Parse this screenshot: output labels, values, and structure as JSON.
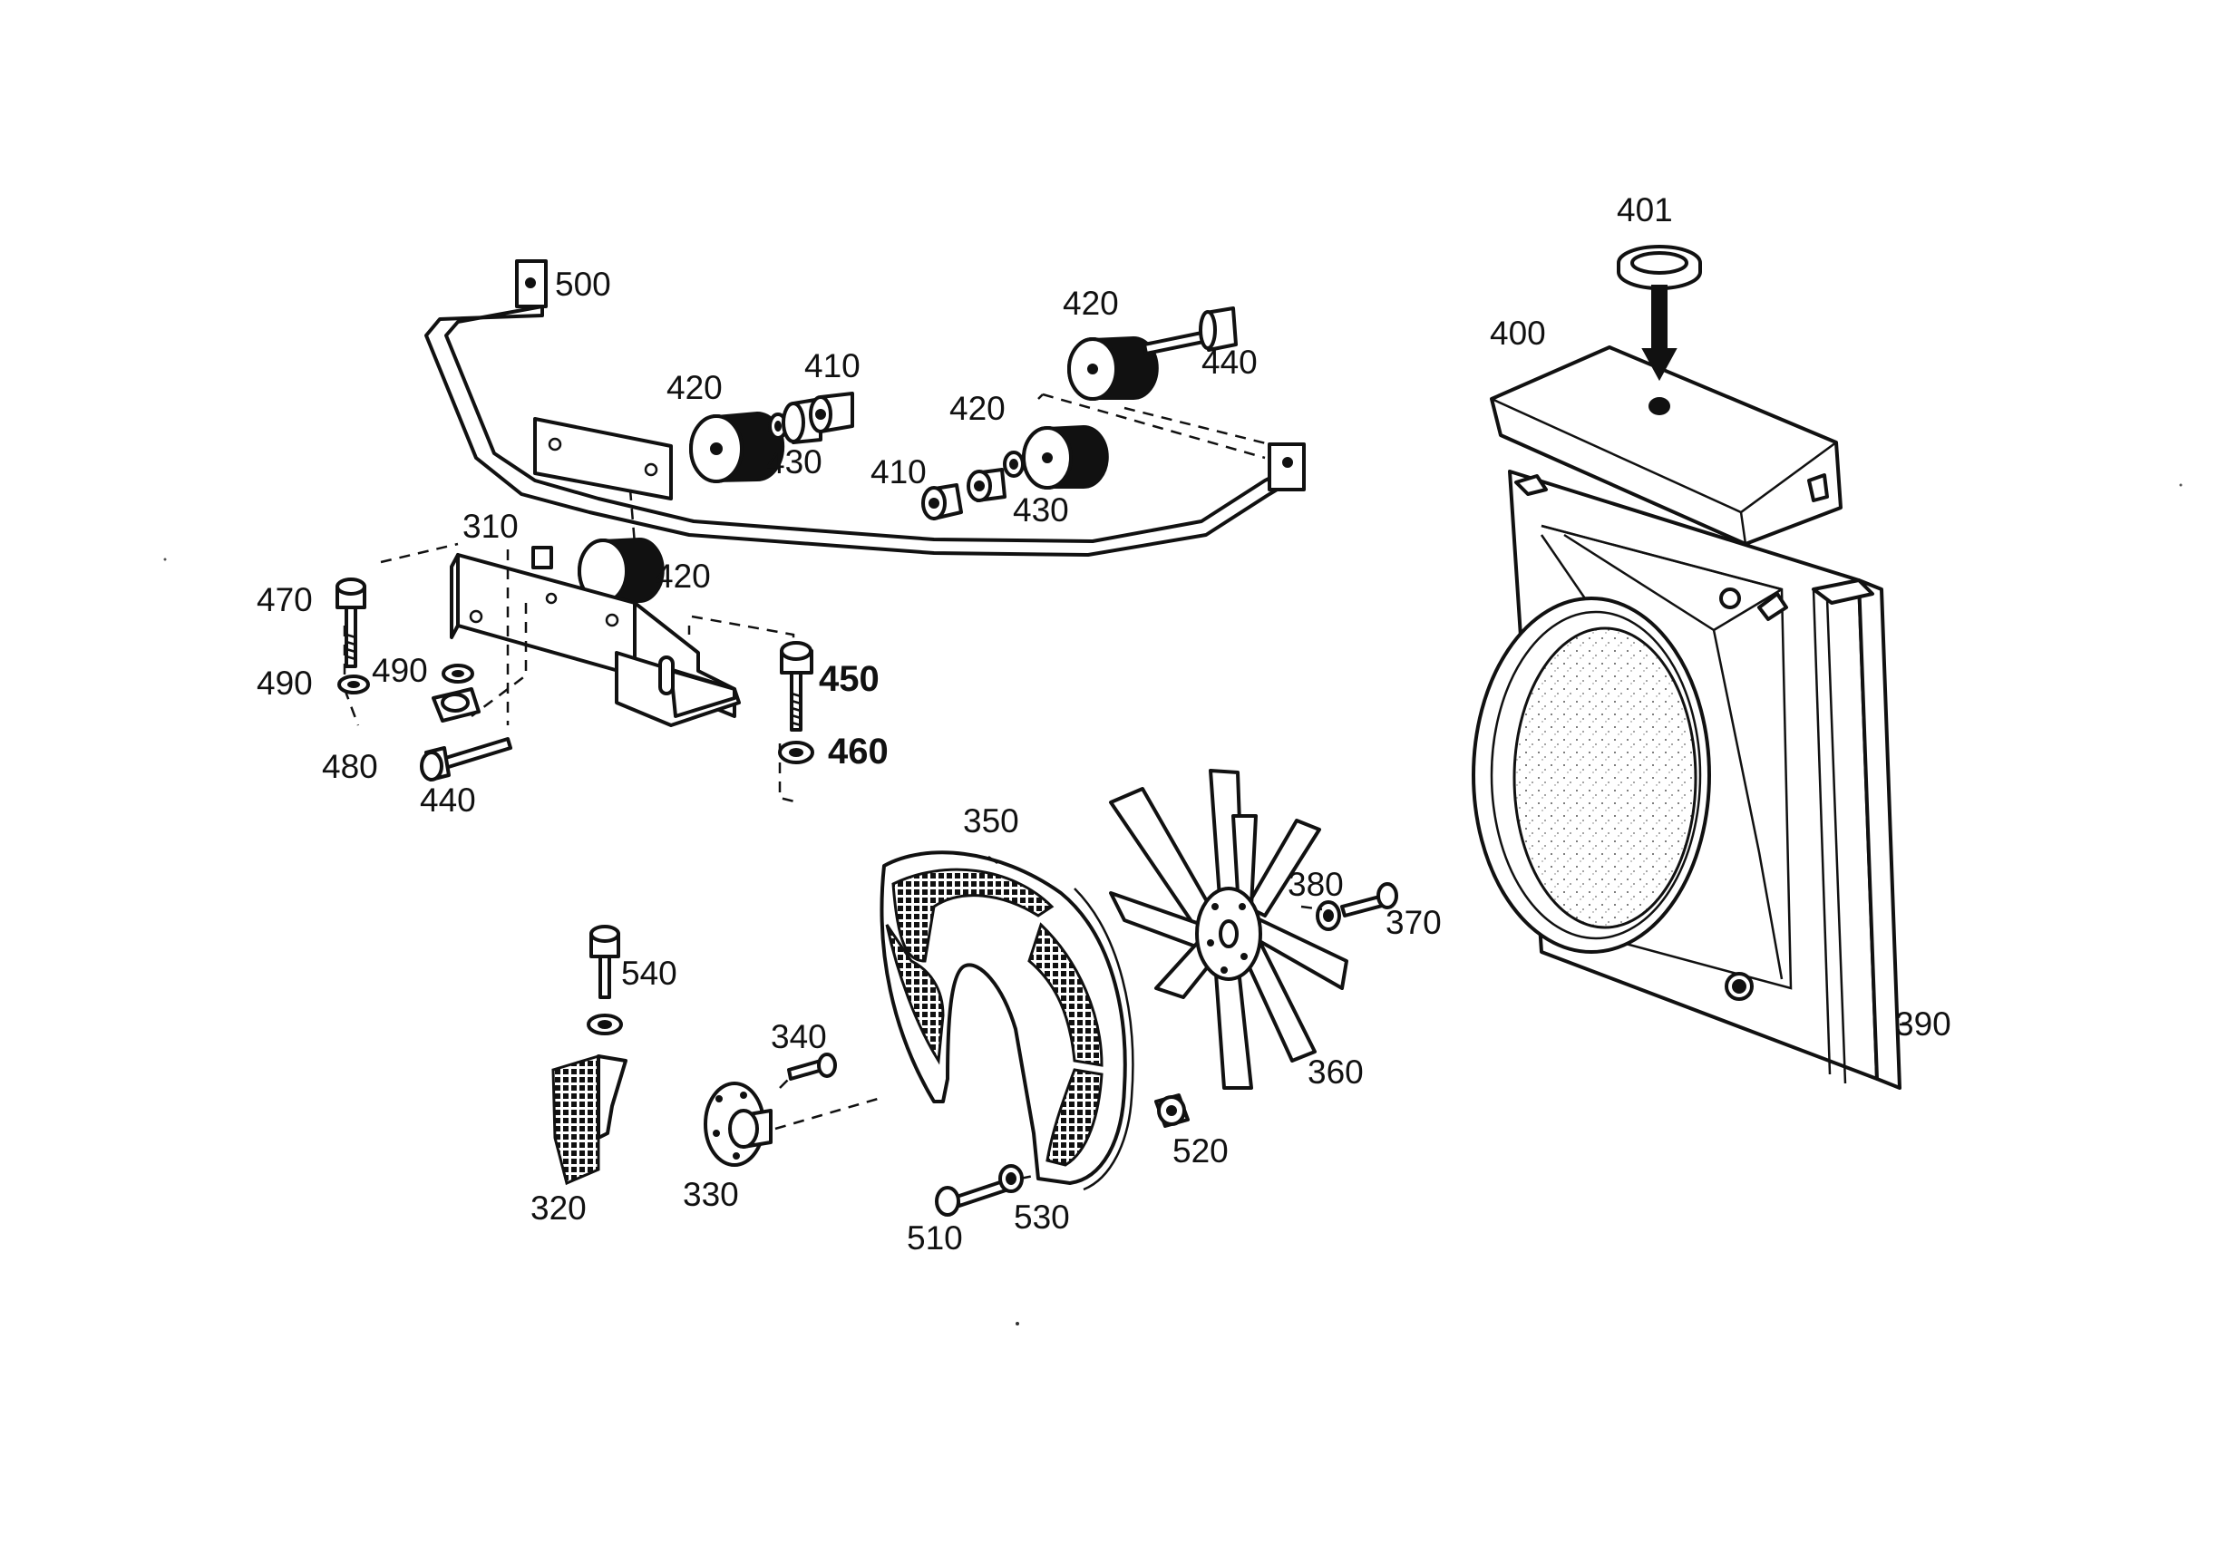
{
  "diagram": {
    "type": "exploded-parts-diagram",
    "labels": {
      "l500": "500",
      "l401": "401",
      "l400": "400",
      "l420a": "420",
      "l420b": "420",
      "l420c": "420",
      "l420d": "420",
      "l440a": "440",
      "l440b": "440",
      "l410a": "410",
      "l410b": "410",
      "l430a": "430",
      "l430b": "430",
      "l310": "310",
      "l470": "470",
      "l490a": "490",
      "l490b": "490",
      "l480": "480",
      "l450": "450",
      "l460": "460",
      "l350": "350",
      "l380": "380",
      "l370": "370",
      "l360": "360",
      "l390": "390",
      "l540": "540",
      "l340": "340",
      "l320": "320",
      "l330": "330",
      "l510": "510",
      "l530": "530",
      "l520": "520"
    }
  }
}
